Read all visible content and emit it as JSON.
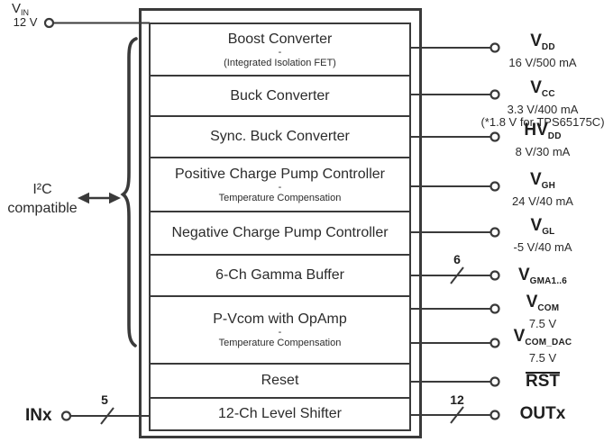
{
  "diagram": {
    "vin": {
      "main": "V",
      "sub": "IN",
      "value": "12 V"
    },
    "i2c": {
      "line1": "I²C",
      "line2": "compatible"
    },
    "inx": {
      "label": "INx",
      "bus": "5"
    },
    "blocks": [
      {
        "title": "Boost Converter",
        "sep": "-",
        "sub": "(Integrated Isolation FET)"
      },
      {
        "title": "Buck Converter"
      },
      {
        "title": "Sync. Buck Converter"
      },
      {
        "title": "Positive Charge Pump Controller",
        "sep": "-",
        "sub": "Temperature Compensation"
      },
      {
        "title": "Negative Charge Pump Controller"
      },
      {
        "title": "6-Ch Gamma Buffer"
      },
      {
        "title": "P-Vcom with OpAmp",
        "sep": "-",
        "sub": "Temperature Compensation"
      },
      {
        "title": "Reset"
      },
      {
        "title": "12-Ch Level Shifter"
      }
    ],
    "outputs": [
      {
        "main": "V",
        "sub": "DD",
        "line2": "16 V/500 mA"
      },
      {
        "main": "V",
        "sub": "CC",
        "line2": "3.3 V/400 mA",
        "line3": "(*1.8 V for TPS65175C)"
      },
      {
        "main": "HV",
        "sub": "DD",
        "line2": "8 V/30 mA"
      },
      {
        "main": "V",
        "sub": "GH",
        "line2": "24 V/40 mA"
      },
      {
        "main": "V",
        "sub": "GL",
        "line2": "-5 V/40 mA"
      },
      {
        "main": "V",
        "sub": "GMA1..6",
        "bus": "6"
      },
      {
        "main": "V",
        "sub": "COM",
        "line2": "7.5 V"
      },
      {
        "main": "V",
        "sub": "COM_DAC",
        "line2": "7.5 V"
      },
      {
        "main": "RST"
      },
      {
        "main": "OUTx",
        "bus": "12"
      }
    ],
    "colors": {
      "ink": "#3a3a3a"
    }
  }
}
